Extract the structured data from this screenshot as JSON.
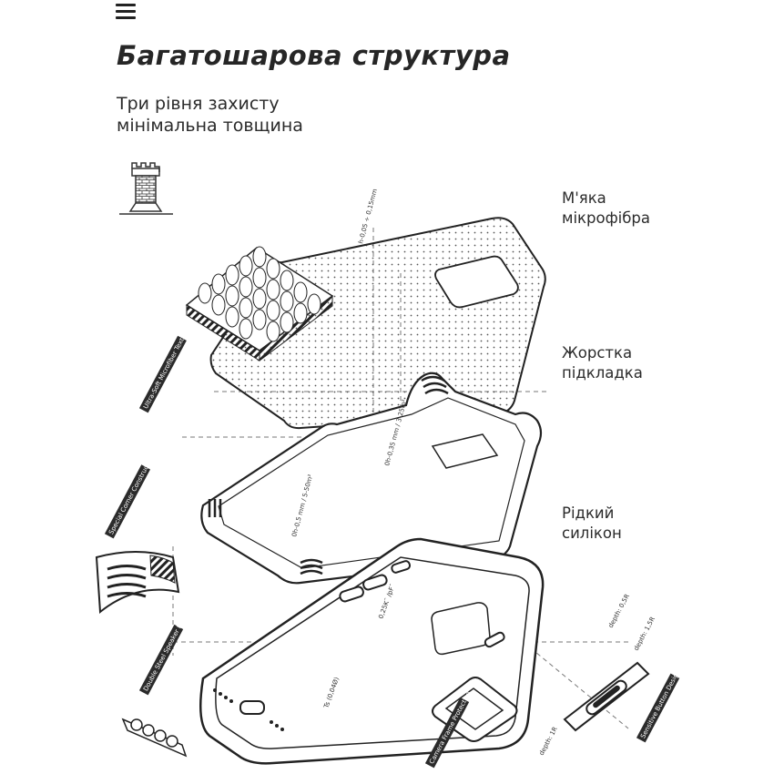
{
  "header": {
    "menu_icon": "hamburger-menu-icon",
    "title": "Багатошарова структура",
    "subtitle_lines": [
      "Три рівня захисту",
      "мінімальна товщина"
    ]
  },
  "layers": [
    {
      "lines": [
        "М'яка",
        "мікрофібра"
      ]
    },
    {
      "lines": [
        "Жорстка",
        "підкладка"
      ]
    },
    {
      "lines": [
        "Рідкий",
        "силікон"
      ]
    }
  ],
  "diagram_annotations": {
    "microfiber_thickness": "h-0,05 ÷ 0,15mm",
    "hard_layer_thickness": "0h-0,35 mm / 3-25m²",
    "silicone_thickness": "0h-0,5 mm / 5-50m²",
    "frame_gap": "0,25Kˉ /pFˉ",
    "lens_gap": "Ts (0,04Ø)",
    "depth_top": "depth: 0,5R",
    "depth_mid": "depth: 1,5R",
    "depth_low": "depth: 1R",
    "microfiber_callout": "Ultra-Soft Microfiber Texture",
    "corner_callout": "Special Corner Construction",
    "speaker_callout": "Double Steel Speaker Hole",
    "camera_callout": "Camera Frame Protection",
    "button_callout": "Sensitive Button Design"
  },
  "colors": {
    "text": "#2b2b2b",
    "line": "#222222",
    "dash": "#777777"
  }
}
